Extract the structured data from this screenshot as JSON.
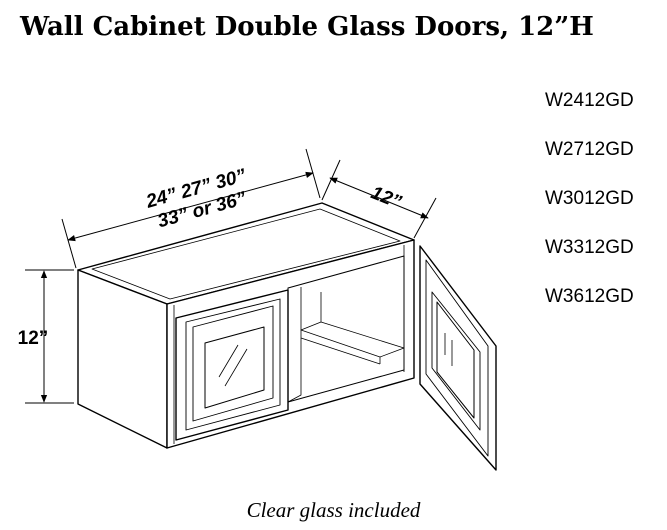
{
  "title": "Wall Cabinet Double Glass Doors, 12”H",
  "models": [
    "W2412GD",
    "W2712GD",
    "W3012GD",
    "W3312GD",
    "W3612GD"
  ],
  "dimensions": {
    "width_line1": "24” 27” 30”",
    "width_line2": "33” or 36”",
    "depth": "12”",
    "height": "12”"
  },
  "caption": "Clear glass included"
}
